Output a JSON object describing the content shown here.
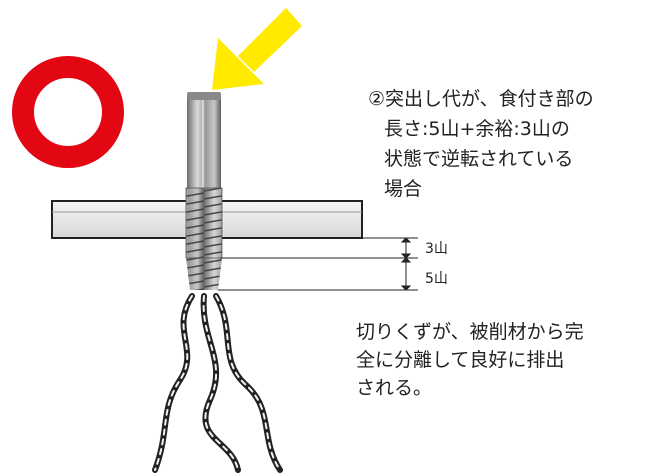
{
  "status_mark": {
    "color": "#e30613"
  },
  "arrow": {
    "color": "#ffea00"
  },
  "condition_text": {
    "line1": "②突出し代が、食付き部の",
    "line2": "長さ:5山+余裕:3山の",
    "line3": "状態で逆転されている",
    "line4": "場合"
  },
  "dimensions": {
    "margin_label": "3山",
    "chamfer_label": "5山"
  },
  "result_text": {
    "line1": "切りくずが、被削材から完",
    "line2": "全に分離して良好に排出",
    "line3": "される。"
  }
}
